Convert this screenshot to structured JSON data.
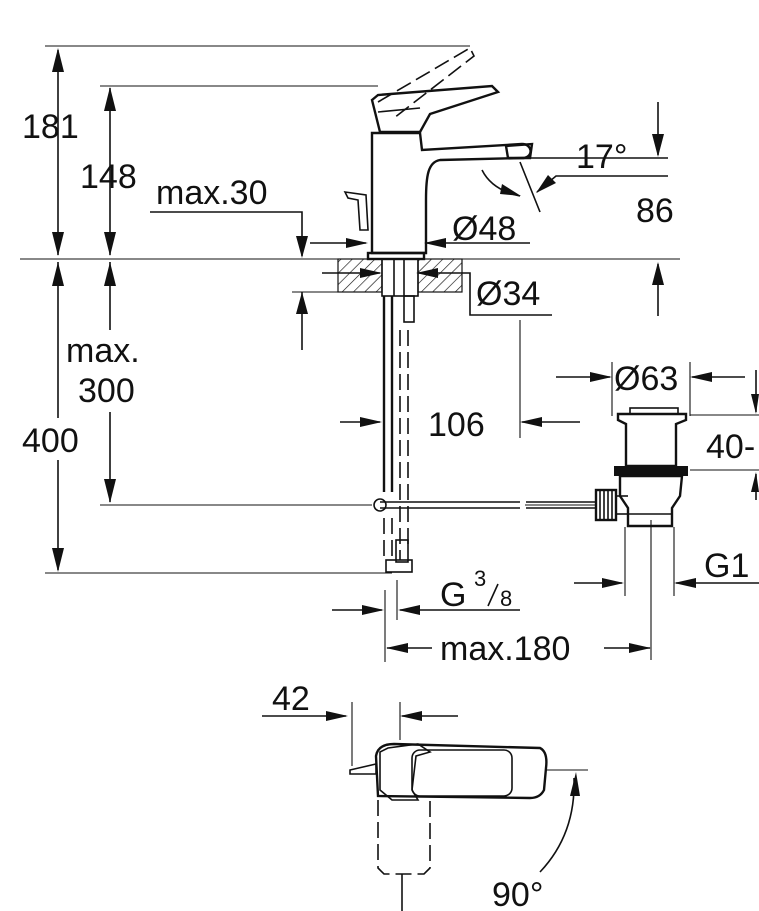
{
  "drawing": {
    "dimensions": {
      "total_height": "181",
      "spout_height": "148",
      "max_deck_thickness": "max.30",
      "spout_angle": "17°",
      "spout_offset": "86",
      "base_diameter": "Ø48",
      "hole_diameter": "Ø34",
      "max_hose": "max.",
      "max_hose_value": "300",
      "hose_length": "400",
      "pipe_offset": "106",
      "waste_diameter": "Ø63",
      "waste_range": "40-",
      "waste_thread": "G1",
      "supply_thread_g": "G",
      "supply_thread_num": "3",
      "supply_thread_den": "8",
      "max_reach": "max.180",
      "lever_offset": "42",
      "lever_rotation": "90°"
    }
  }
}
